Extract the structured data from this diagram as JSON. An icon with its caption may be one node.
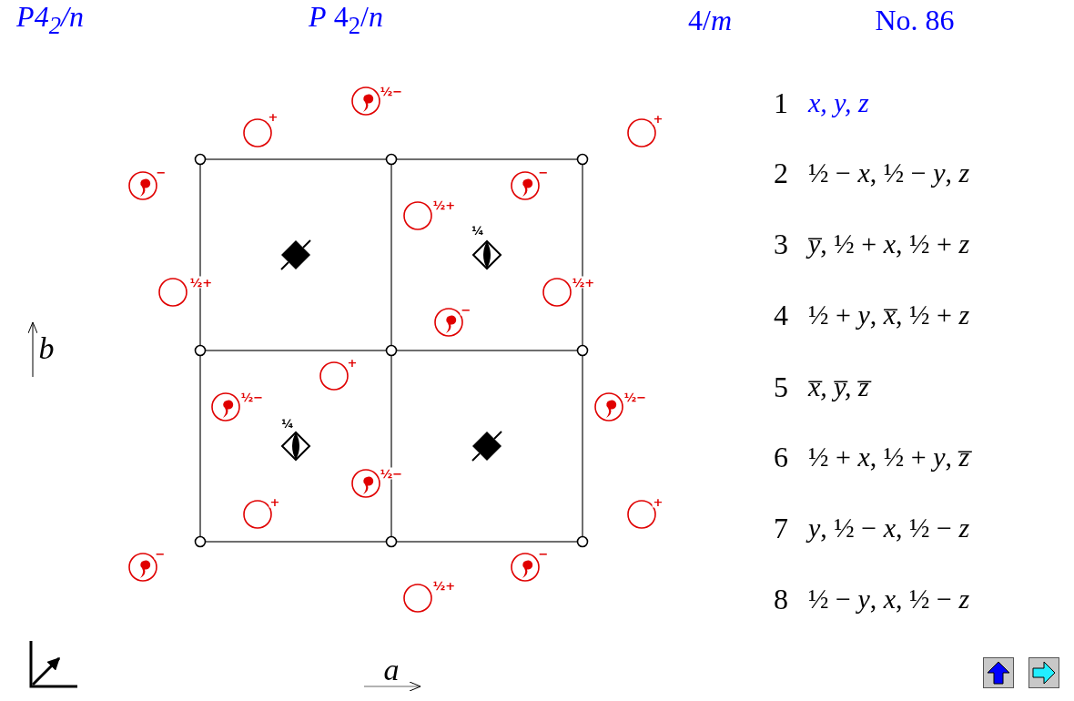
{
  "diagram": {
    "title": "P4$_{2}$/n",
    "labels": [
      "*P* 4$_{2}$/*n*",
      "4/*m*",
      "No. 86",
      "1",
      "x, y, z",
      "2",
      "½ − *x*, ½ − *y*, *z*",
      "3",
      "*y̅*, ½ + *x*, ½ + *z*",
      "4",
      "½ + *y*, *x̅*, ½ + *z*",
      "5",
      "x̅, y̅, z̅",
      "6",
      "½ + *x*, ½ + *y*, *z̅*",
      "7",
      "*y*, ½ − *x*, ½ − *z*",
      "8",
      "½ − *y*, *x*, ½ − *z*",
      "½−",
      "+",
      "+",
      "−",
      "−",
      "½+",
      "¼",
      "½+",
      "½+",
      "−",
      "+",
      "½−",
      "½−",
      "¼",
      "½−",
      "+",
      "+",
      "−",
      "−",
      "½+",
      "b",
      "a"
    ]
  }
}
